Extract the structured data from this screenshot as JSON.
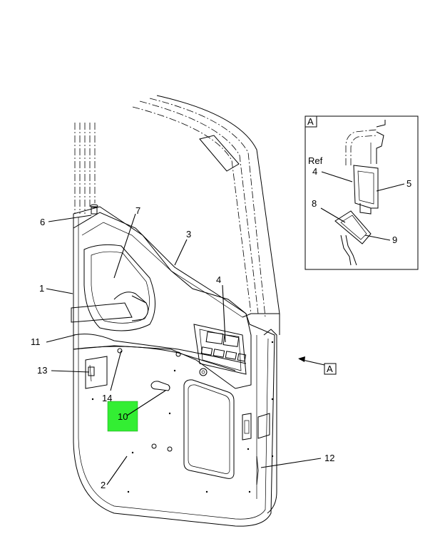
{
  "callouts": {
    "c1": "1",
    "c2": "2",
    "c3": "3",
    "c4": "4",
    "c6": "6",
    "c7": "7",
    "c10": "10",
    "c11": "11",
    "c12": "12",
    "c13": "13",
    "c14": "14",
    "view_arrow_label": "A"
  },
  "detail": {
    "view_label": "A",
    "ref_text": "Ref",
    "c4": "4",
    "c5": "5",
    "c8": "8",
    "c9": "9"
  },
  "colors": {
    "highlight": "#33ee33",
    "line": "#000000",
    "background": "#ffffff"
  }
}
